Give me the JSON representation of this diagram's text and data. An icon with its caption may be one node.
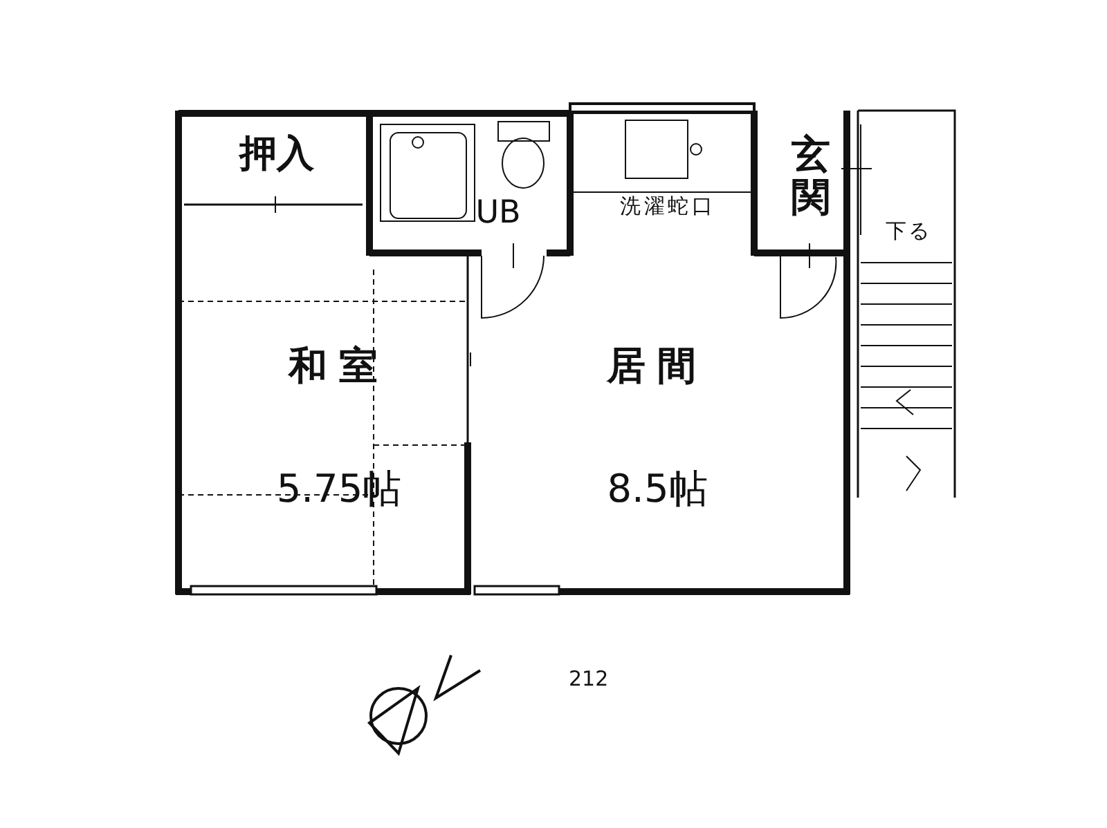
{
  "diagram": {
    "nodes": [
      {
        "text": [
          "押入"
        ]
      },
      {
        "text": [
          "UB"
        ]
      },
      {
        "text": [
          "玄関"
        ]
      },
      {
        "text": [
          "和室",
          "5.75帖"
        ]
      },
      {
        "text": [
          "居間",
          "8.5帖"
        ]
      }
    ],
    "labels": [
      "洗濯蛇口",
      "下る",
      "212"
    ]
  }
}
